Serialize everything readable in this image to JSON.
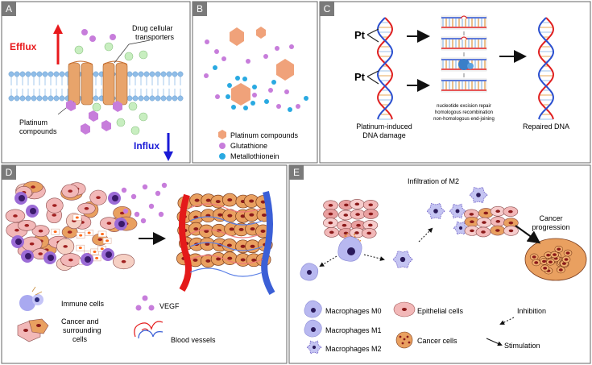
{
  "panels": {
    "a": {
      "letter": "A",
      "efflux": "Efflux",
      "influx": "Influx",
      "transporters_label": [
        "Drug cellular",
        "transporters"
      ],
      "platinum_label": [
        "Platinum",
        "compounds"
      ]
    },
    "b": {
      "letter": "B",
      "legend": [
        "Platinum compounds",
        "Glutathione",
        "Metallothionein"
      ]
    },
    "c": {
      "letter": "C",
      "pt": "Pt",
      "damage_label": [
        "Platinum-induced",
        "DNA damage"
      ],
      "repair_pathways": [
        "nucleotide excision repair",
        "homologous recombination",
        "non-homologous end-joining"
      ],
      "repaired_label": "Repaired DNA"
    },
    "d": {
      "letter": "D",
      "legend": {
        "immune": "Immune cells",
        "cancer": [
          "Cancer and",
          "surrounding",
          "cells"
        ],
        "vegf": "VEGF",
        "vessels": "Blood vessels"
      }
    },
    "e": {
      "letter": "E",
      "infiltration": "Infiltration of M2",
      "progression": [
        "Cancer",
        "progression"
      ],
      "legend": {
        "m0": "Macrophages M0",
        "m1": "Macrophages M1",
        "m2": "Macrophages M2",
        "epithelial": "Epithelial cells",
        "cancer": "Cancer cells",
        "inhibition": "Inhibition",
        "stimulation": "Stimulation"
      }
    }
  },
  "colors": {
    "panel_border": "#555555",
    "letter_box": "#7a7a7a",
    "efflux_red": "#e8191c",
    "influx_blue": "#1a1ad6",
    "platinum": "#f0a27a",
    "glutathione": "#c77ddb",
    "metallothionein": "#29a9e1",
    "membrane_head": "#8fbde8",
    "transporter": "#e8a46b",
    "green_ligand": "#c8eec0",
    "cancer_cell": "#e9a060",
    "epithelial": "#f2b8b8",
    "vessel_red": "#e41a1a",
    "vessel_blue": "#3b5fd6",
    "macrophage": "#b8b8f0"
  }
}
